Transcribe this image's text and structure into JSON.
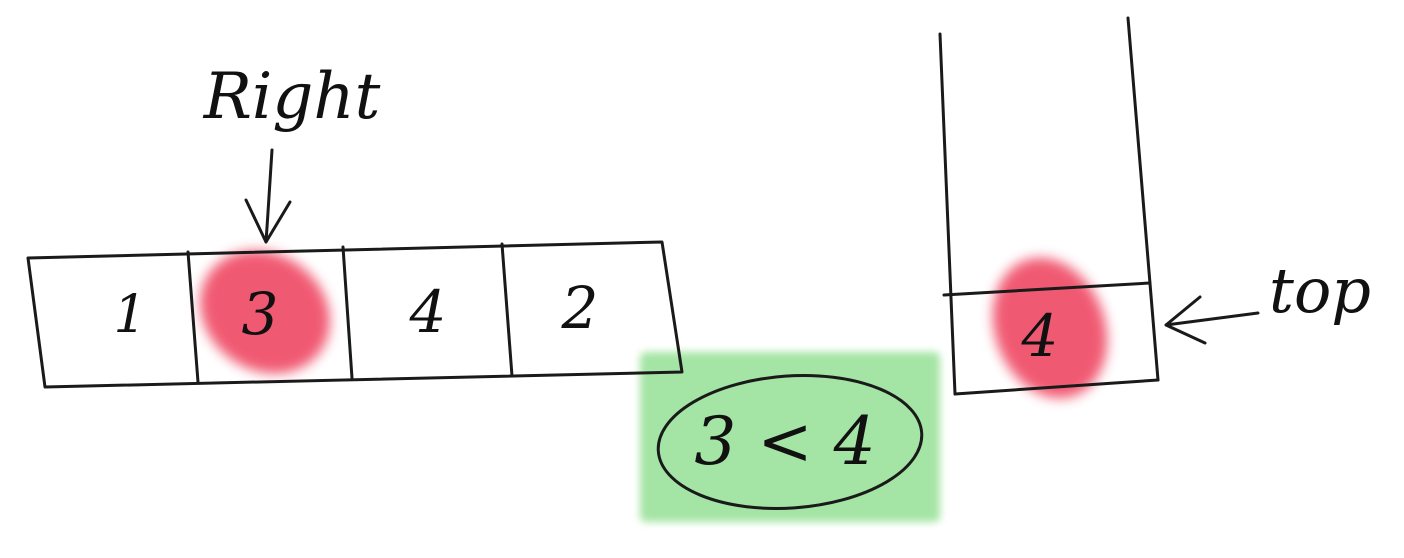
{
  "array": {
    "cells": [
      "1",
      "3",
      "4",
      "2"
    ],
    "highlighted_index": 1,
    "pointer_label": "Right"
  },
  "stack": {
    "cells": [
      "4"
    ],
    "highlighted_index": 0,
    "pointer_label": "top"
  },
  "comparison": {
    "text": "3 < 4"
  },
  "colors": {
    "ink": "#1a1a1a",
    "highlight_red": "#ee3d5a",
    "highlight_green": "#86dc86"
  }
}
